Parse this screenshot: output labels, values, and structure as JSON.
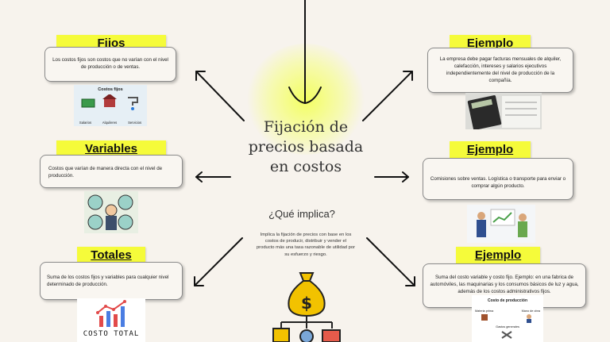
{
  "center": {
    "title_lines": [
      "Fijación de",
      "precios basada",
      "en costos"
    ],
    "question": "¿Qué implica?",
    "implica_text": "Implica la fijación de precios con base en los costos de producir, distribuir y vender el producto más una tasa razonable de utilidad por su esfuerzo y riesgo."
  },
  "left": {
    "fijos": {
      "label": "Fijos",
      "text": "Los costos fijos son costos que no varían con el nivel de producción o de ventas.",
      "image": {
        "title": "Costos fijos",
        "items": [
          "Salarios",
          "Alquileres",
          "Servicios"
        ]
      }
    },
    "variables": {
      "label": "Variables",
      "text": "Costos que varían de manera directa con el nivel de producción."
    },
    "totales": {
      "label": "Totales",
      "text": "Suma de los costos fijos y variables para cualquier nivel determinado de producción.",
      "image": {
        "caption": "COSTO TOTAL"
      }
    }
  },
  "right": {
    "ejemplo1": {
      "label": "Ejemplo",
      "text": "La empresa debe pagar facturas mensuales de alquiler, calefacción, intereses y salarios ejecutivos independientemente del nivel de producción de la compañía."
    },
    "ejemplo2": {
      "label": "Ejemplo",
      "text": "Comisiones sobre ventas. Logística o transporte para enviar o comprar algún producto."
    },
    "ejemplo3": {
      "label": "Ejemplo",
      "text": "Suma del costo variable y costo fijo. Ejemplo: en una fabrica de automóviles, las maquinarias y los consumos básicos de luz y agua, además de los costos administrativos fijos.",
      "image": {
        "title": "Costo de producción",
        "items": [
          "Materia prima",
          "Mano de obra",
          "Gastos generales"
        ]
      }
    }
  },
  "colors": {
    "background": "#f7f3ed",
    "label_yellow": "#f5fb3a",
    "glow": "#f3ff5a"
  }
}
